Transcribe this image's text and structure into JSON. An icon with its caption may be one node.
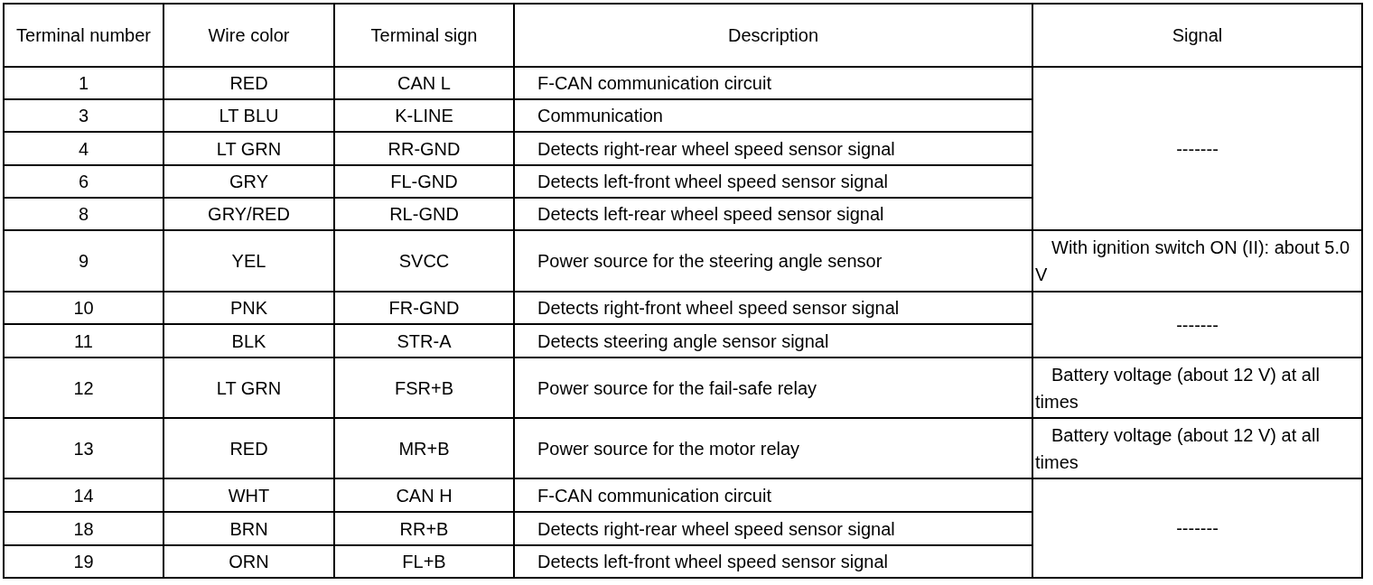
{
  "diagram": {
    "labels": [
      "Terminal number",
      "Wire color",
      "Terminal sign",
      "Description",
      "Signal",
      "1",
      "RED",
      "CAN L",
      "F-CAN communication circuit",
      "-------",
      "3",
      "LT BLU",
      "K-LINE",
      "Communication",
      "4",
      "LT GRN",
      "RR-GND",
      "Detects right-rear wheel speed sensor signal",
      "6",
      "GRY",
      "FL-GND",
      "Detects left-front wheel speed sensor signal",
      "8",
      "GRY/RED",
      "RL-GND",
      "Detects left-rear wheel speed sensor signal",
      "9",
      "YEL",
      "SVCC",
      "Power source for the steering angle sensor",
      "With ignition switch ON (II): about 5.0 V",
      "10",
      "PNK",
      "FR-GND",
      "Detects right-front wheel speed sensor signal",
      "-------",
      "11",
      "BLK",
      "STR-A",
      "Detects steering angle sensor signal",
      "12",
      "LT GRN",
      "FSR+B",
      "Power source for the fail-safe relay",
      "Battery voltage (about 12 V) at all times",
      "13",
      "RED",
      "MR+B",
      "Power source for the motor relay",
      "Battery voltage (about 12 V) at all times",
      "14",
      "WHT",
      "CAN H",
      "F-CAN communication circuit",
      "-------",
      "18",
      "BRN",
      "RR+B",
      "Detects right-rear wheel speed sensor signal",
      "19",
      "ORN",
      "FL+B",
      "Detects left-front wheel speed sensor signal"
    ]
  }
}
